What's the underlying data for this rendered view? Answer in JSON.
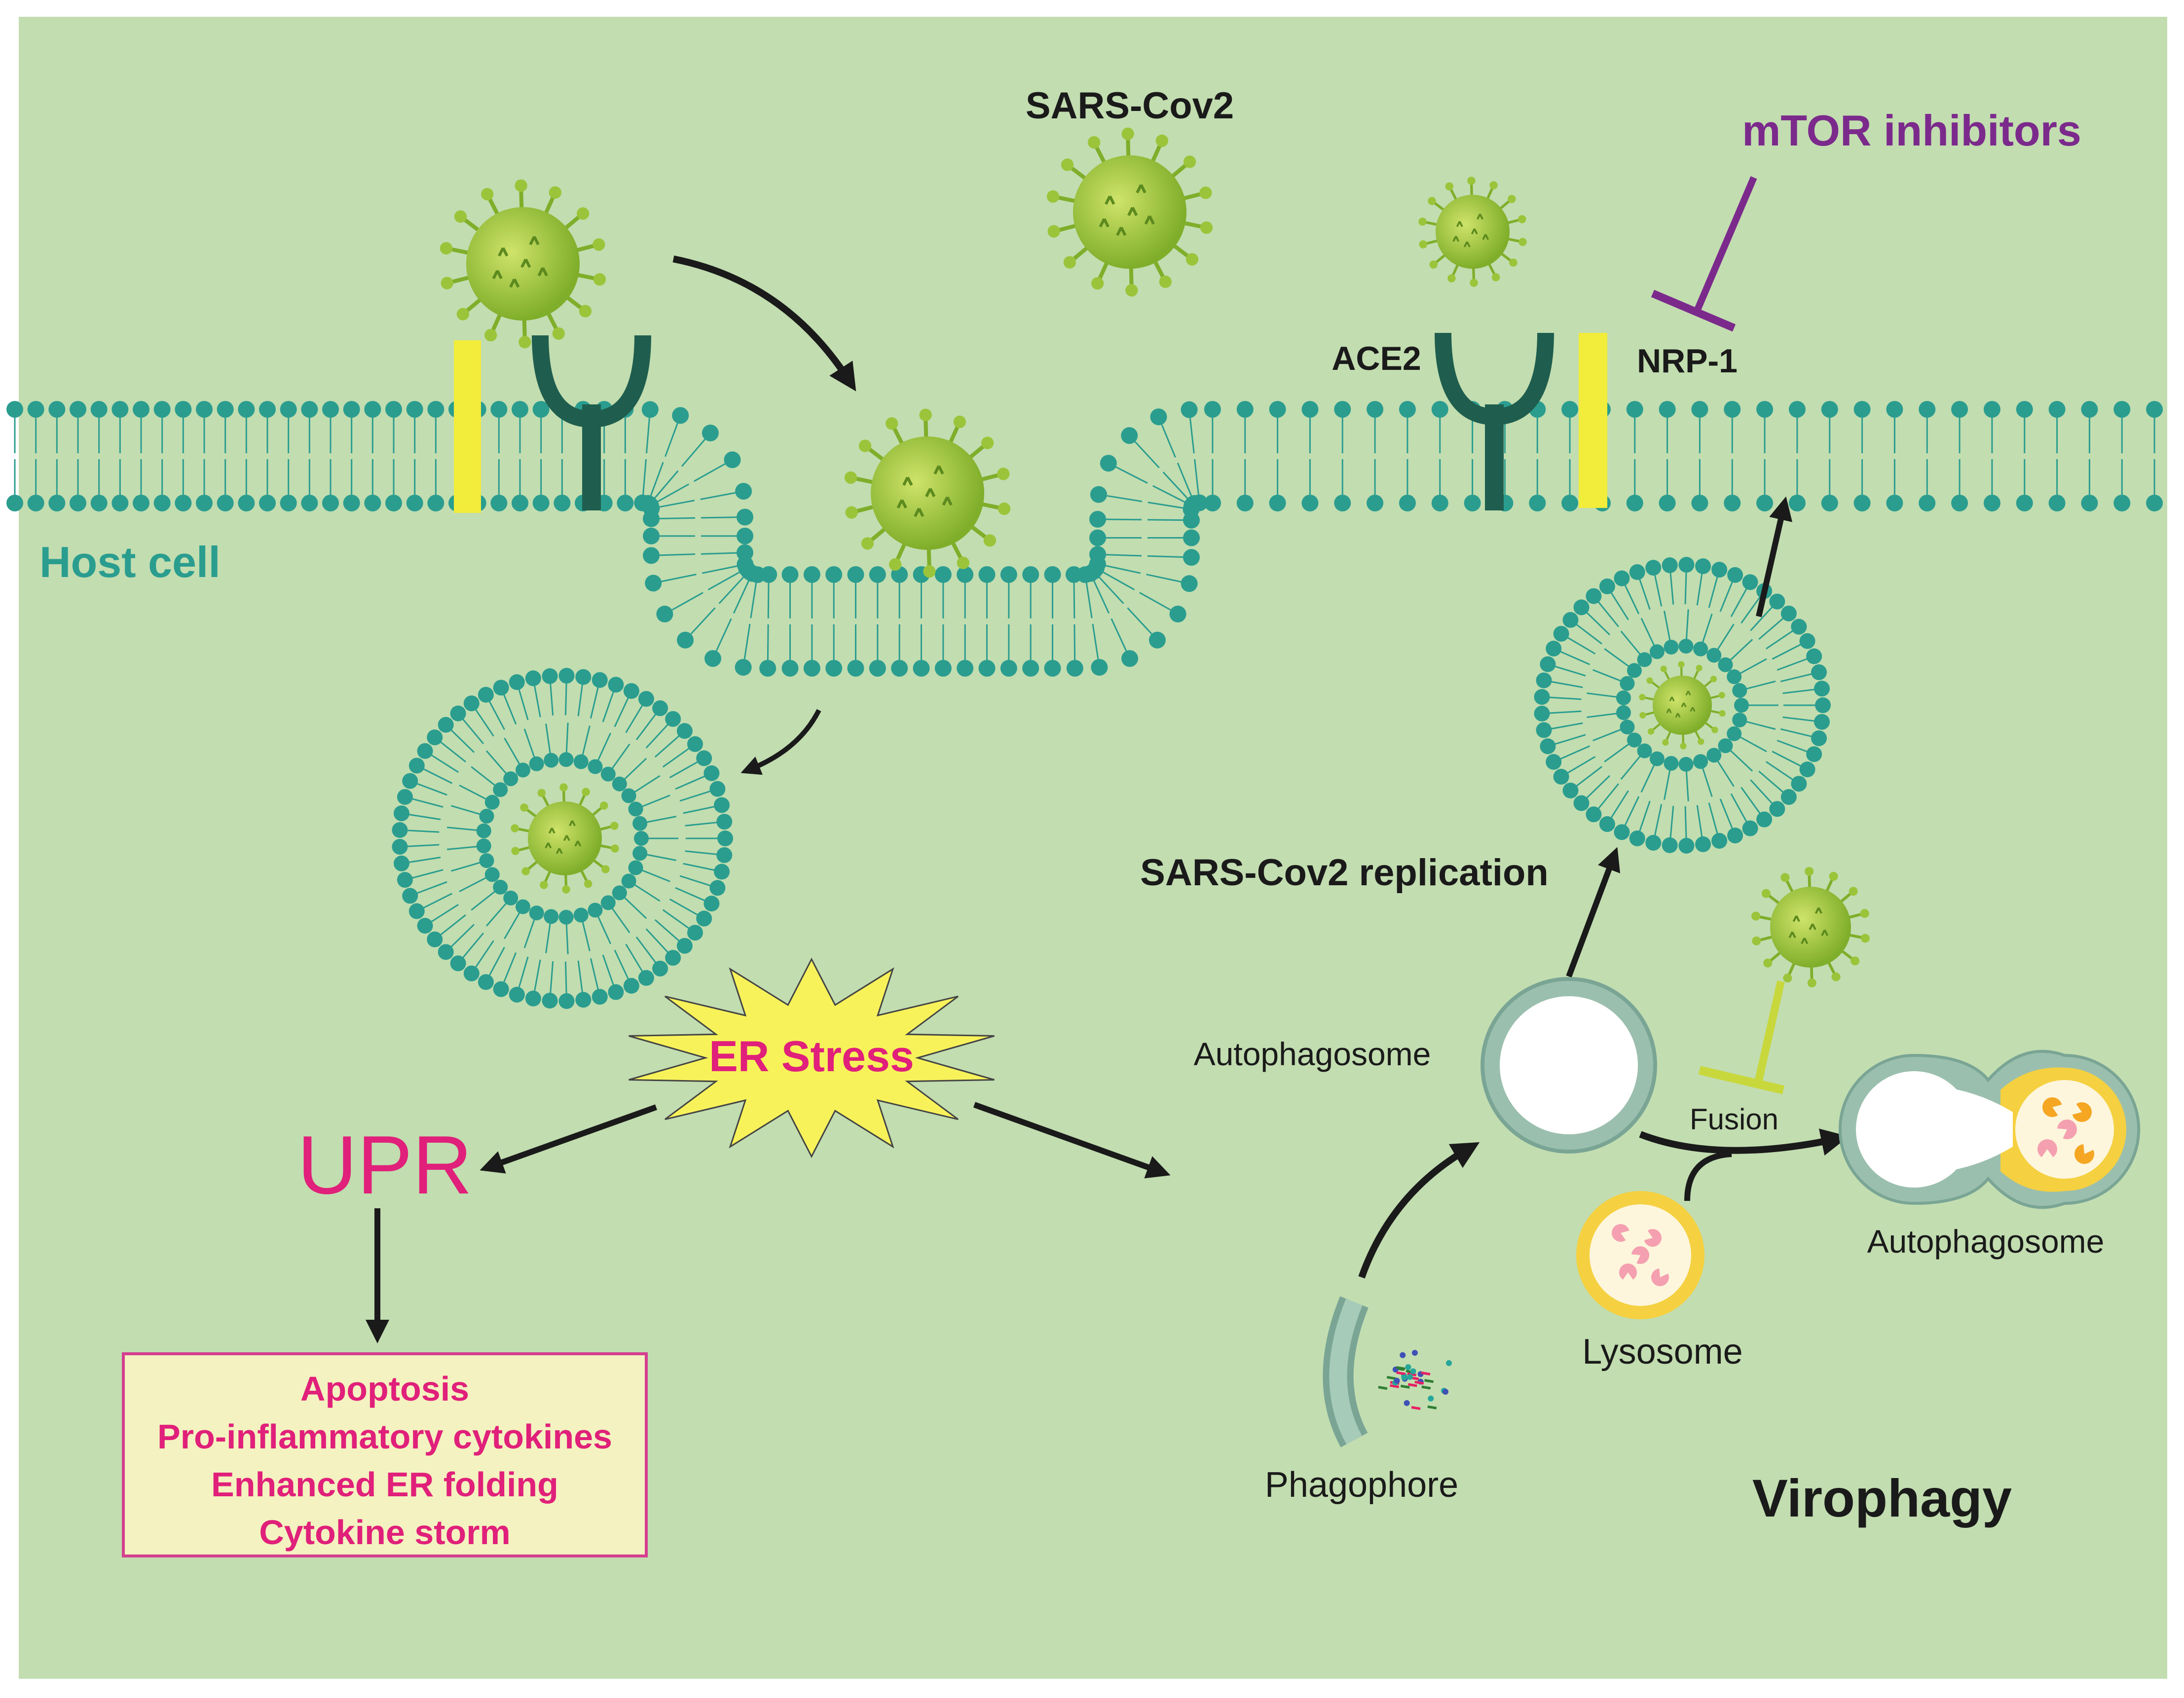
{
  "labels": {
    "sars_cov2": "SARS-Cov2",
    "mtor_inhibitors": "mTOR inhibitors",
    "ace2": "ACE2",
    "nrp1": "NRP-1",
    "host_cell": "Host cell",
    "sars_cov2_replication": "SARS-Cov2 replication",
    "er_stress": "ER Stress",
    "upr": "UPR",
    "autophagosome_left": "Autophagosome",
    "fusion": "Fusion",
    "autophagosome_right": "Autophagosome",
    "lysosome": "Lysosome",
    "phagophore": "Phagophore",
    "virophagy": "Virophagy"
  },
  "upr_outcomes": {
    "items": [
      "Apoptosis",
      "Pro-inflammatory cytokines",
      "Enhanced ER folding",
      "Cytokine storm"
    ]
  },
  "colors": {
    "background": "#c2ddb0",
    "membrane": "#2a9d8f",
    "receptor_ace2": "#1f5e4e",
    "receptor_nrp1": "#f2ec3a",
    "virus": "#9cc43a",
    "upr_text": "#e0207a",
    "mtor": "#7b2a8c",
    "arrow": "#1a1a1a",
    "box_fill": "#f4f2c0",
    "box_border": "#d43f8f",
    "lysosome": "#f5d040",
    "fusion_inhibitor": "#c8d83c"
  }
}
